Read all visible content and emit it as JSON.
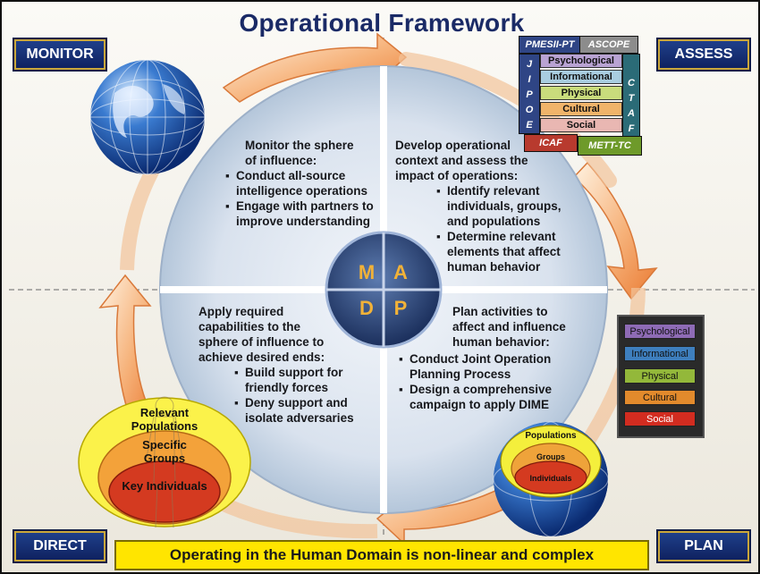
{
  "title": "Operational Framework",
  "corners": {
    "monitor": "MONITOR",
    "assess": "ASSESS",
    "direct": "DIRECT",
    "plan": "PLAN"
  },
  "center": {
    "m": "M",
    "a": "A",
    "d": "D",
    "p": "P"
  },
  "quadrants": {
    "monitor": {
      "intro": [
        "Monitor the sphere",
        "of influence:"
      ],
      "bullets": [
        "Conduct all-source intelligence operations",
        "Engage with partners to improve understanding"
      ]
    },
    "assess": {
      "intro": [
        "Develop operational",
        "context and assess the",
        "impact of operations:"
      ],
      "bullets": [
        "Identify relevant individuals, groups, and populations",
        "Determine relevant elements that affect human behavior"
      ]
    },
    "direct": {
      "intro": [
        "Apply required",
        "capabilities to the",
        "sphere of influence to",
        "achieve desired ends:"
      ],
      "bullets": [
        "Build support for friendly forces",
        "Deny support and isolate adversaries"
      ]
    },
    "plan": {
      "intro": [
        "Plan activities to",
        "affect and influence",
        "human behavior:"
      ],
      "bullets": [
        "Conduct Joint Operation Planning Process",
        "Design a comprehensive campaign to apply DIME"
      ]
    }
  },
  "assess_stack": {
    "pmesii": "PMESII-PT",
    "ascope": "ASCOPE",
    "jipoe": [
      "J",
      "I",
      "P",
      "O",
      "E"
    ],
    "ctaf": [
      "C",
      "T",
      "A",
      "F"
    ],
    "layers": [
      "Psychological",
      "Informational",
      "Physical",
      "Cultural",
      "Social"
    ],
    "icaf": "ICAF",
    "mett": "METT-TC",
    "colors": {
      "psychological": "#b9a3d3",
      "informational": "#a9cde0",
      "physical": "#c9dc7c",
      "cultural": "#f0b46a",
      "social": "#d55050"
    }
  },
  "plan_layers": {
    "items": [
      "Psychological",
      "Informational",
      "Physical",
      "Cultural",
      "Social"
    ],
    "colors": [
      "#8e6bb5",
      "#3e7fbe",
      "#93b83a",
      "#e28a2c",
      "#d22c20"
    ]
  },
  "direct_ellipses": {
    "outer": "Relevant Populations",
    "middle": "Specific Groups",
    "inner": "Key Individuals"
  },
  "globe_ellipses": {
    "outer": "Populations",
    "middle": "Groups",
    "inner": "Individuals"
  },
  "banner": "Operating in the Human Domain is non-linear and complex"
}
